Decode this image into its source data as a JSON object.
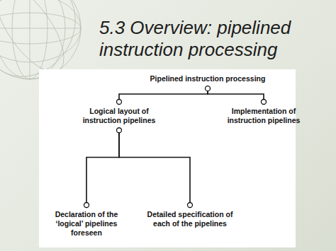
{
  "diagram": {
    "title": "5.3 Overview: pipelined instruction processing",
    "nodes": [
      {
        "text": [
          "Pipelined instruction processing"
        ]
      },
      {
        "text": [
          "Logical layout of instruction pipelines"
        ]
      },
      {
        "text": [
          "Implementation of instruction pipelines"
        ]
      },
      {
        "text": [
          "Declaration of the ‘logical’ pipelines foreseen"
        ]
      },
      {
        "text": [
          "Detailed specification of each of the pipelines"
        ]
      }
    ],
    "edges": [
      {
        "from": 0,
        "to": 1,
        "arrow": "none"
      },
      {
        "from": 0,
        "to": 2,
        "arrow": "none"
      },
      {
        "from": 1,
        "to": 3,
        "arrow": "none"
      },
      {
        "from": 1,
        "to": 4,
        "arrow": "none"
      }
    ]
  }
}
